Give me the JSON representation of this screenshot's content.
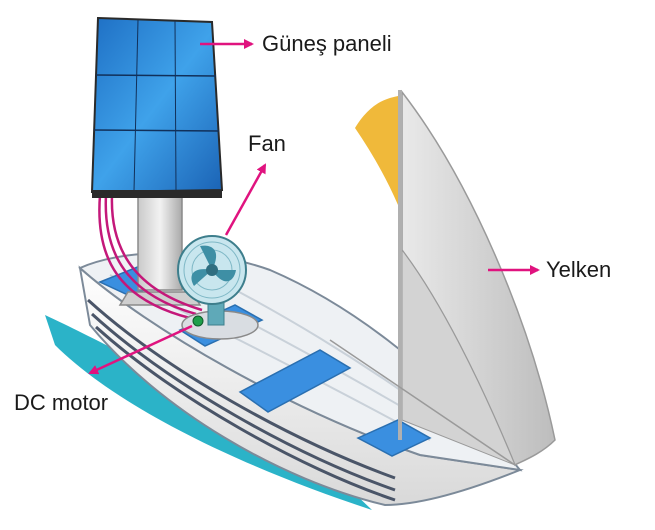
{
  "labels": {
    "solar_panel": "Güneş paneli",
    "fan": "Fan",
    "sail": "Yelken",
    "dc_motor": "DC motor"
  },
  "colors": {
    "arrow": "#e0137f",
    "panel": "#2f8fe0",
    "water": "#2bb3c8",
    "sail_yellow": "#f0b93a",
    "deck_blue": "#3a8fe0",
    "wire": "#c4187a"
  }
}
